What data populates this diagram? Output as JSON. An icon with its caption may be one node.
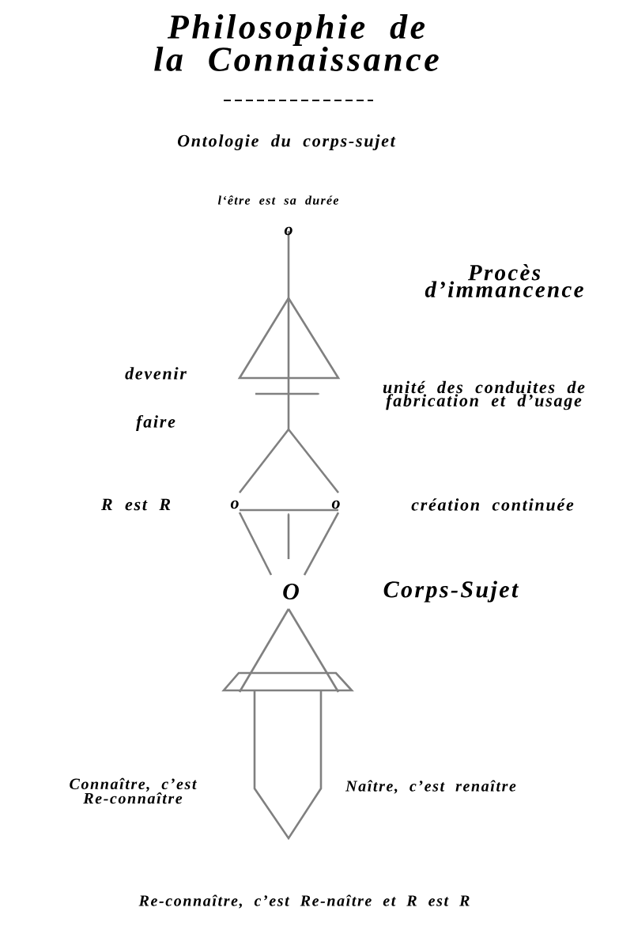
{
  "diagram": {
    "title": "Philosophie de la Connaissance",
    "labels": [
      "Ontologie du corps-sujet",
      "l‘être est sa durée",
      "o",
      "Procès d’immancence",
      "devenir",
      "unité des conduites de fabrication et d’usage",
      "faire",
      "R est R",
      "o",
      "o",
      "création continuée",
      "O",
      "Corps-Sujet",
      "Connaître, c’est Re-connaître",
      "Naître, c’est renaître",
      "Re-connaître, c’est Re-naître et R est R"
    ]
  }
}
